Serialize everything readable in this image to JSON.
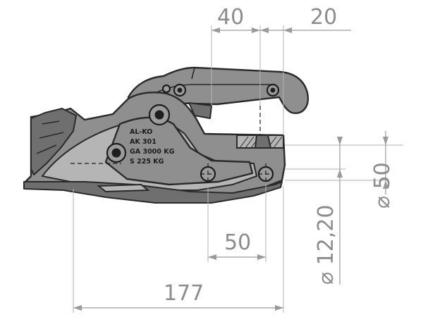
{
  "diagram": {
    "dimensions": {
      "top_left": "40",
      "top_right": "20",
      "inner_width": "50",
      "overall_length": "177",
      "diameter_large": "⌀ 50",
      "diameter_small": "⌀ 12,20"
    },
    "nameplate": {
      "line1": "AL-KO",
      "line2": "AK 301",
      "line3": "GA 3000 KG",
      "line4": "S 225 KG"
    }
  }
}
